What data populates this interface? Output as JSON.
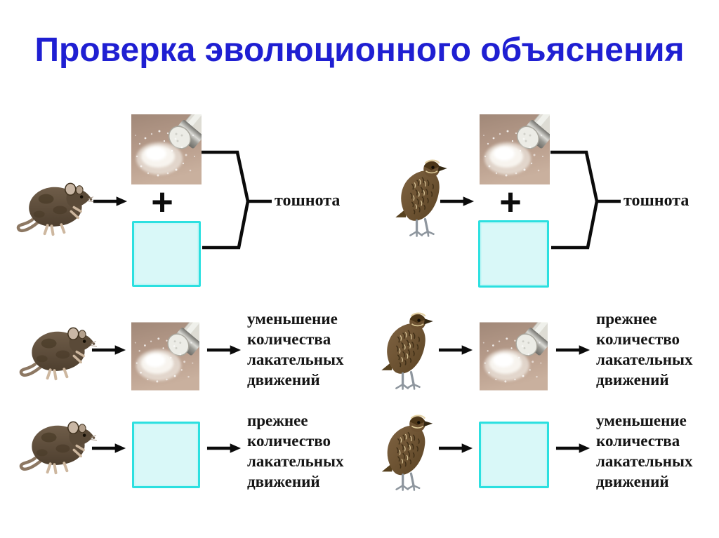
{
  "title": "Проверка эволюционного объяснения",
  "symbols": {
    "plus": "+"
  },
  "labels": {
    "nausea": "тошнота",
    "outcome_decrease": "уменьшение\nколичества\nлакательных\nдвижений",
    "outcome_same": "прежнее\nколичество\nлакательных\nдвижений"
  },
  "icons": {
    "rat": "rat-image",
    "quail": "quail-image",
    "powder_photo": "powder-with-shaker-photo",
    "stimulus_square": "cyan-square-stimulus",
    "arrow": "arrow-right-icon",
    "brace": "combining-brace"
  },
  "colors": {
    "title_text": "#1f1fd2",
    "square_border": "#2ce0e0",
    "square_fill": "#d9f8f8",
    "diagram_text": "#151515",
    "line_black": "#0b0b0b"
  }
}
